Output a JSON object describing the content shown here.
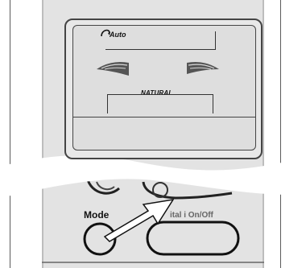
{
  "screen": {
    "auto_label": "Auto",
    "natural_label": "NATURAL"
  },
  "buttons": {
    "mode_label": "Mode",
    "onoff_label": "ital i On/Off"
  },
  "colors": {
    "remote_body": "#e3e3e3",
    "lcd": "#dedede",
    "outline": "#333333"
  },
  "icons": [
    "auto-swing-icon",
    "fan-left-icon",
    "fan-right-icon",
    "pointer-arrow-icon"
  ]
}
